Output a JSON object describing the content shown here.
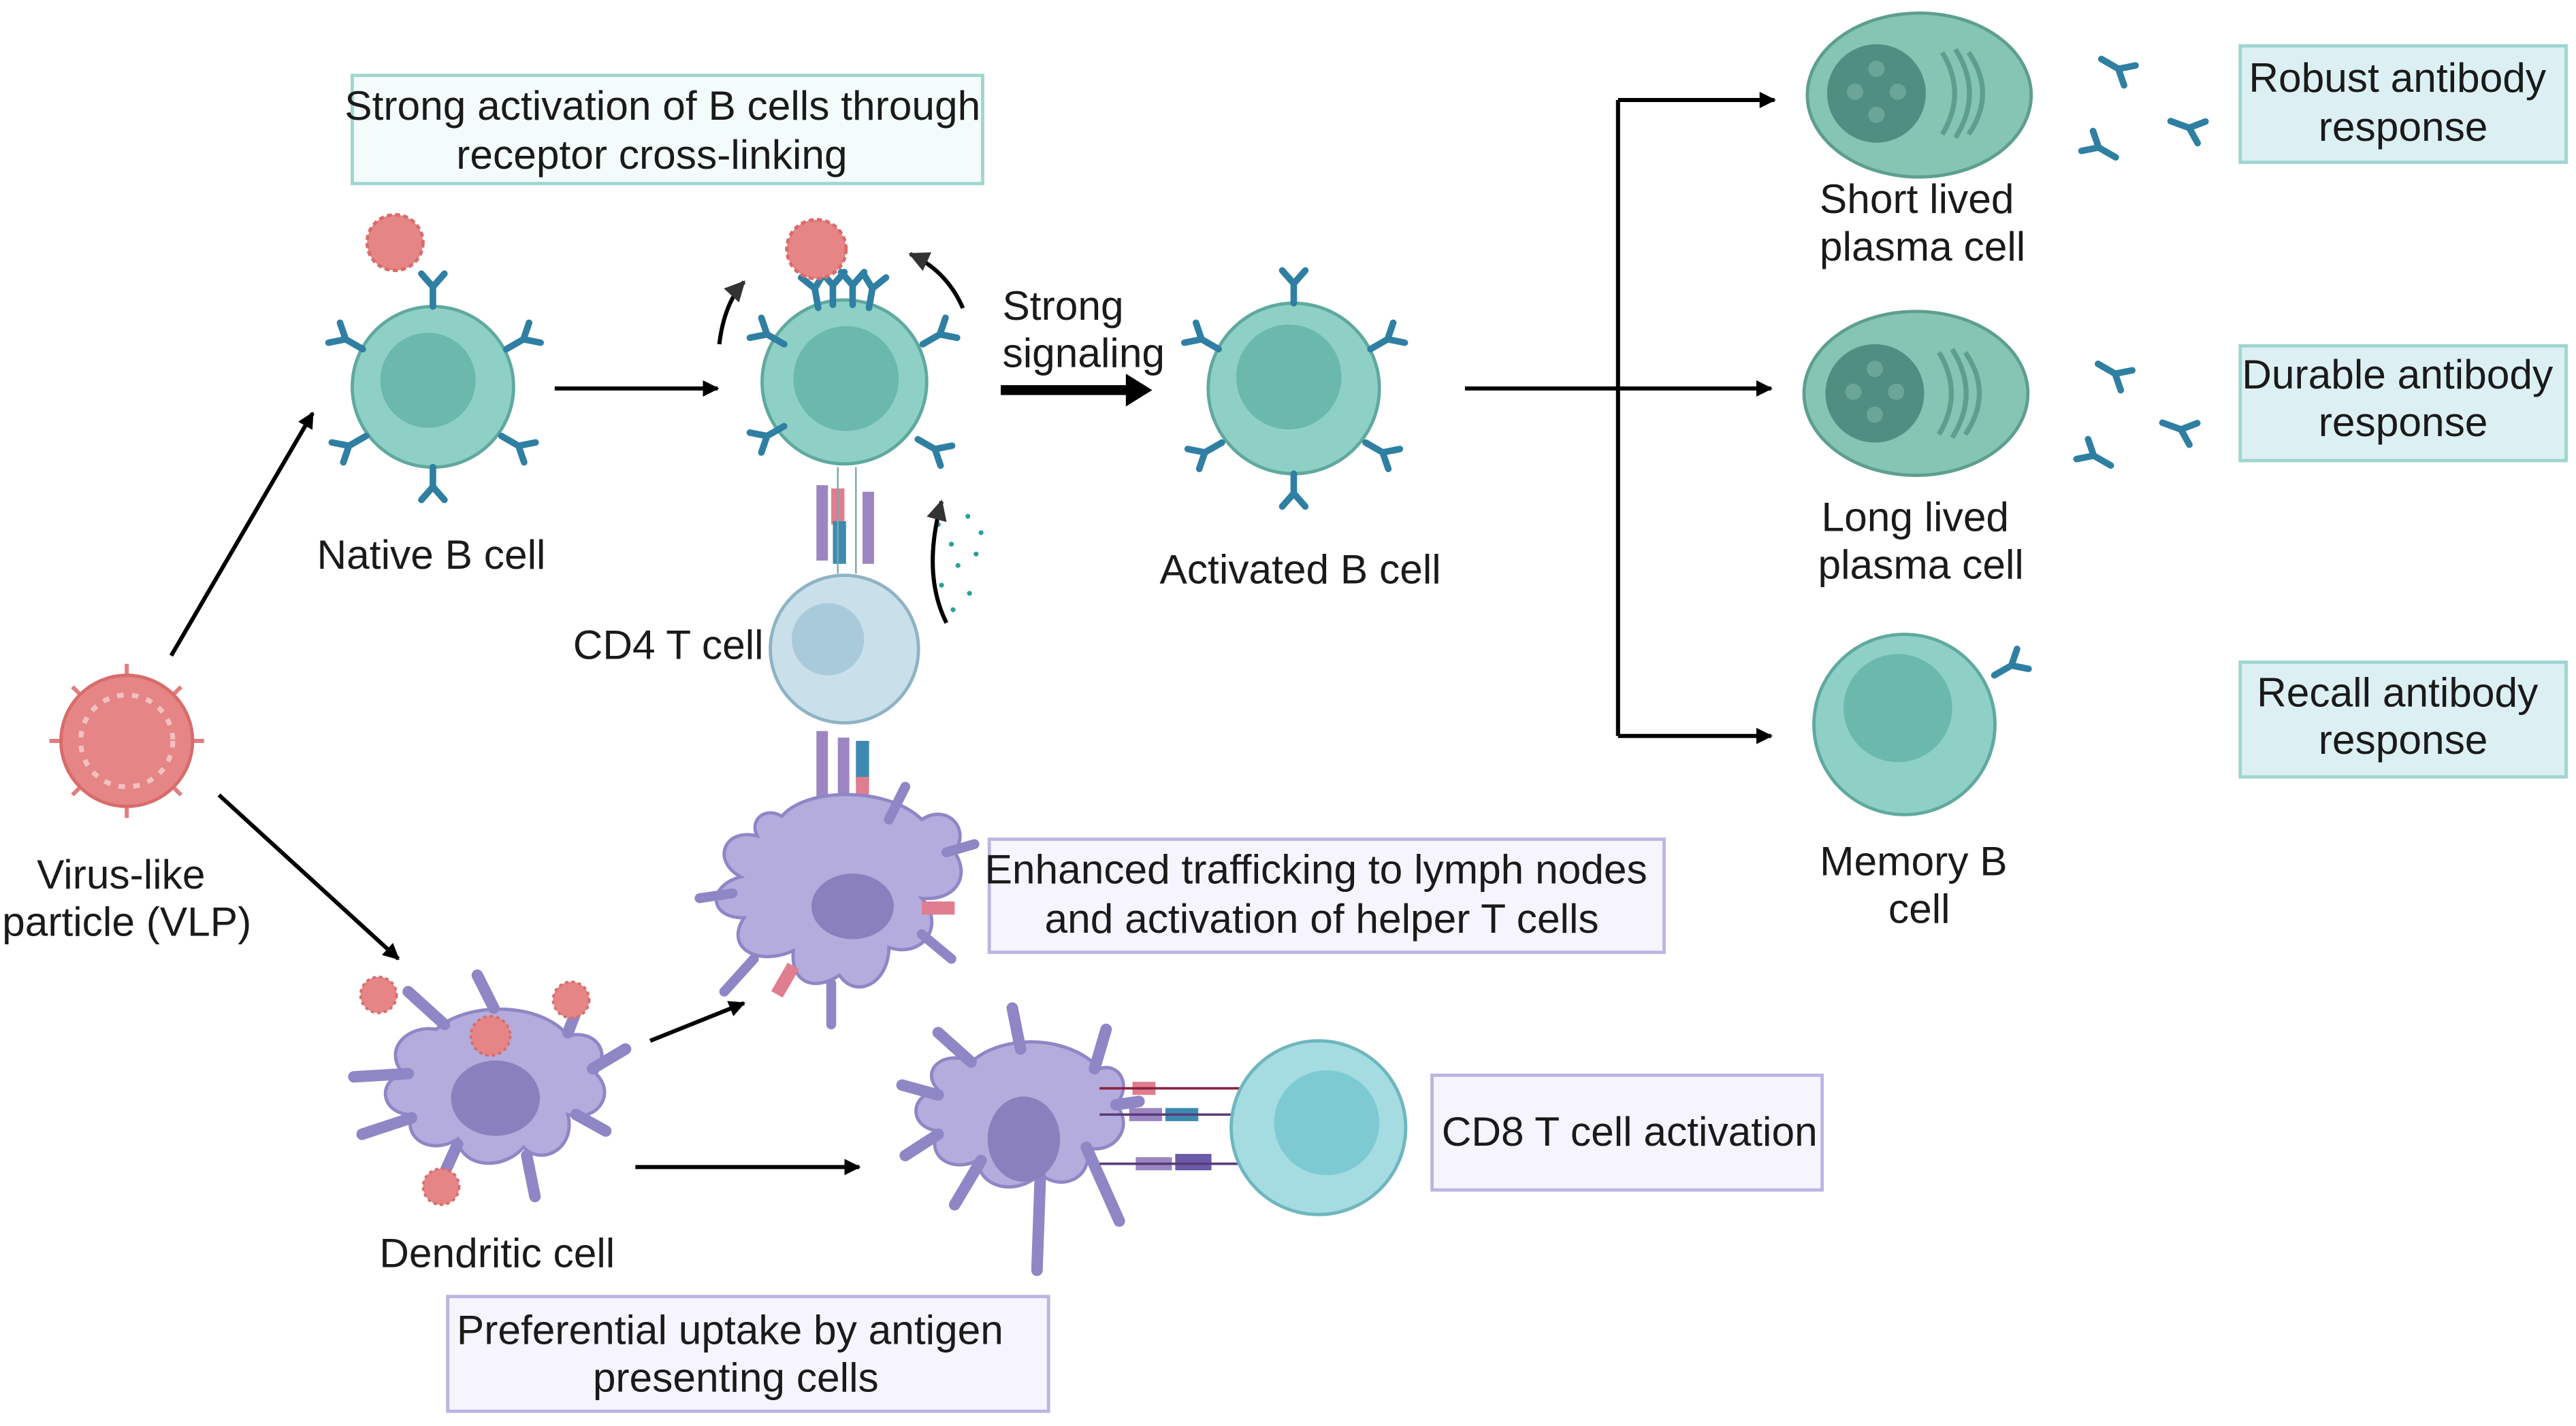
{
  "labels": {
    "vlp": [
      "Virus-like",
      "particle (VLP)"
    ],
    "native_b": "Native B cell",
    "cd4": "CD4 T cell",
    "strong_signaling": [
      "Strong",
      "signaling"
    ],
    "activated_b": "Activated B cell",
    "dendritic": "Dendritic cell",
    "short_plasma": [
      "Short lived",
      "plasma cell"
    ],
    "long_plasma": [
      "Long lived",
      "plasma cell"
    ],
    "memory_b": [
      "Memory B",
      "cell"
    ]
  },
  "boxes": {
    "strong_activation": [
      "Strong activation of  B cells through",
      "receptor cross-linking"
    ],
    "enhanced": [
      "Enhanced trafficking to lymph nodes",
      "and activation of helper T cells"
    ],
    "cd8": "CD8 T cell activation",
    "uptake": [
      "Preferential uptake by antigen",
      "presenting cells"
    ],
    "robust": [
      "Robust antibody",
      "response"
    ],
    "durable": [
      "Durable antibody",
      "response"
    ],
    "recall": [
      "Recall antibody",
      "response"
    ]
  },
  "colors": {
    "bcell": "#8fd0c6",
    "bcell_nucleus": "#6bb8ad",
    "plasma": "#86c4b3",
    "dendritic": "#b3acdc",
    "tcell": "#c9e0ea",
    "vlp": "#e27e7e",
    "antibody": "#2f7fa3",
    "box_teal_border": "#9ed5cf",
    "box_purple_border": "#bcb4e0"
  }
}
